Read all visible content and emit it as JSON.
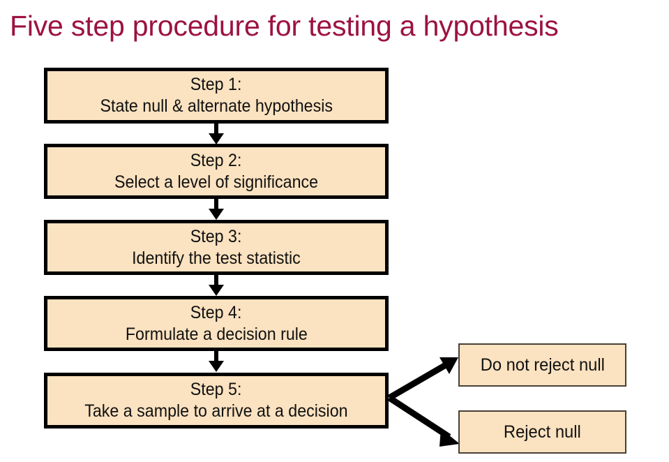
{
  "title": "Five step procedure for testing a hypothesis",
  "colors": {
    "title": "#9c1241",
    "box_fill": "#fbe2c0",
    "box_border": "#000000",
    "outcome_border": "#4a4038",
    "text": "#111111",
    "background": "#ffffff"
  },
  "flow": {
    "steps": [
      {
        "id": "step-1",
        "heading": "Step 1:",
        "description": "State null & alternate hypothesis"
      },
      {
        "id": "step-2",
        "heading": "Step 2:",
        "description": "Select a level of significance"
      },
      {
        "id": "step-3",
        "heading": "Step 3:",
        "description": "Identify the test statistic"
      },
      {
        "id": "step-4",
        "heading": "Step 4:",
        "description": "Formulate a decision rule"
      },
      {
        "id": "step-5",
        "heading": "Step 5:",
        "description": "Take a sample to arrive at a decision"
      }
    ],
    "connectors": [
      {
        "id": "arrow-1-2",
        "from": "step-1",
        "to": "step-2",
        "direction": "down"
      },
      {
        "id": "arrow-2-3",
        "from": "step-2",
        "to": "step-3",
        "direction": "down"
      },
      {
        "id": "arrow-3-4",
        "from": "step-3",
        "to": "step-4",
        "direction": "down"
      },
      {
        "id": "arrow-4-5",
        "from": "step-4",
        "to": "step-5",
        "direction": "down"
      },
      {
        "id": "branch-upper",
        "from": "step-5",
        "to": "outcome-do-not-reject",
        "direction": "up-right"
      },
      {
        "id": "branch-lower",
        "from": "step-5",
        "to": "outcome-reject",
        "direction": "down-right"
      }
    ],
    "outcomes": [
      {
        "id": "outcome-do-not-reject",
        "label": "Do not reject null"
      },
      {
        "id": "outcome-reject",
        "label": "Reject null"
      }
    ]
  }
}
